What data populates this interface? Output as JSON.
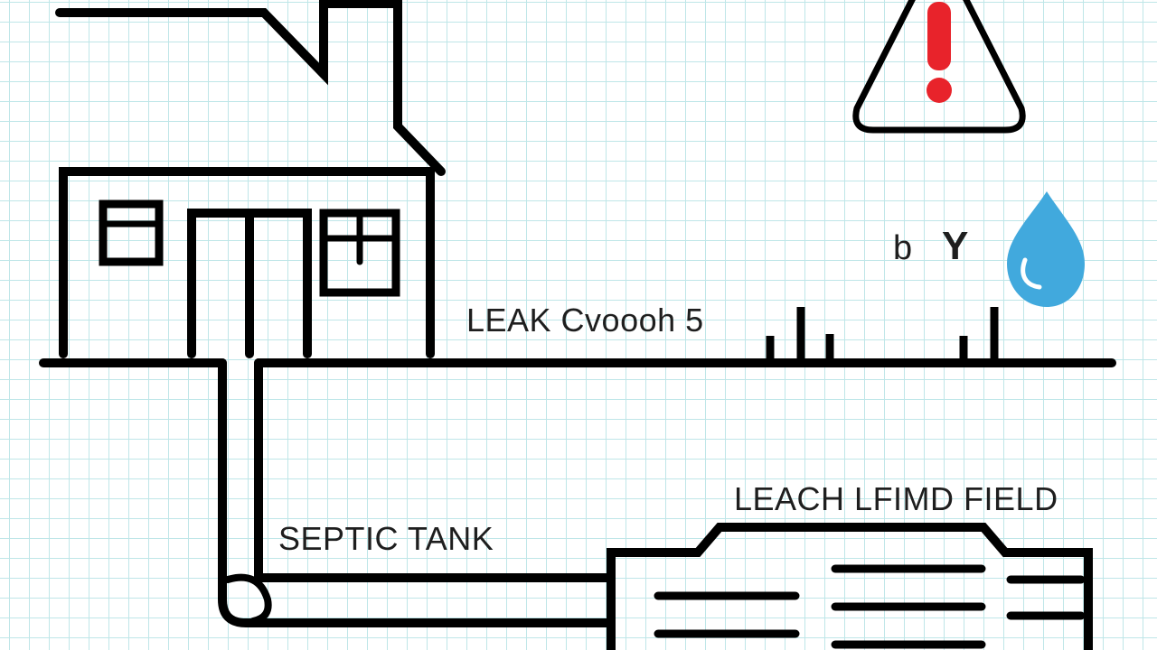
{
  "labels": {
    "leak": "LEAK Cvoooh 5",
    "septic_tank": "SEPTIC TANK",
    "leach_field": "LEACH LFIMD FIELD",
    "glyph_b": "b",
    "glyph_y": "Y"
  },
  "icons": {
    "warning": "warning-triangle-icon",
    "water_drop": "water-drop-icon",
    "house": "house-icon"
  },
  "colors": {
    "line": "#000000",
    "warning_mark": "#e8232b",
    "water_drop": "#41a9dd",
    "grid": "#bfe6e8"
  }
}
